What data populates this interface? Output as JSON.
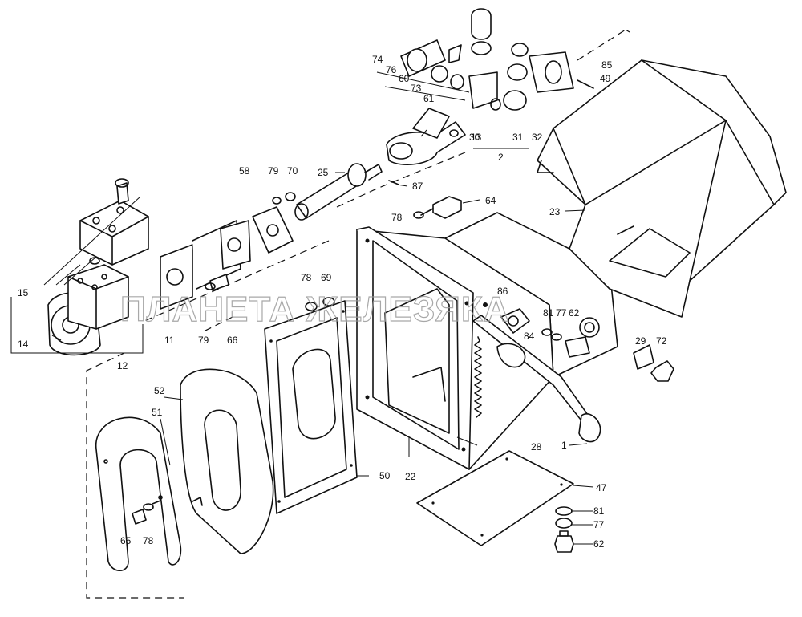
{
  "watermark": "ПЛАНЕТА ЖЕЛЕЗЯКА",
  "labels": {
    "l1": "1",
    "l2": "2",
    "l11": "11",
    "l12": "12",
    "l13": "13",
    "l14": "14",
    "l15": "15",
    "l22": "22",
    "l23": "23",
    "l25": "25",
    "l28": "28",
    "l29": "29",
    "l30": "30",
    "l31": "31",
    "l32": "32",
    "l47": "47",
    "l49": "49",
    "l50": "50",
    "l51": "51",
    "l52": "52",
    "l58": "58",
    "l60": "60",
    "l61": "61",
    "l62a": "62",
    "l62b": "62",
    "l64": "64",
    "l65": "65",
    "l66": "66",
    "l69": "69",
    "l70": "70",
    "l72": "72",
    "l73": "73",
    "l74": "74",
    "l76": "76",
    "l77a": "77",
    "l77b": "77",
    "l78a": "78",
    "l78b": "78",
    "l78c": "78",
    "l79a": "79",
    "l79b": "79",
    "l81a": "81",
    "l81b": "81",
    "l84": "84",
    "l85": "85",
    "l86": "86",
    "l87": "87"
  }
}
